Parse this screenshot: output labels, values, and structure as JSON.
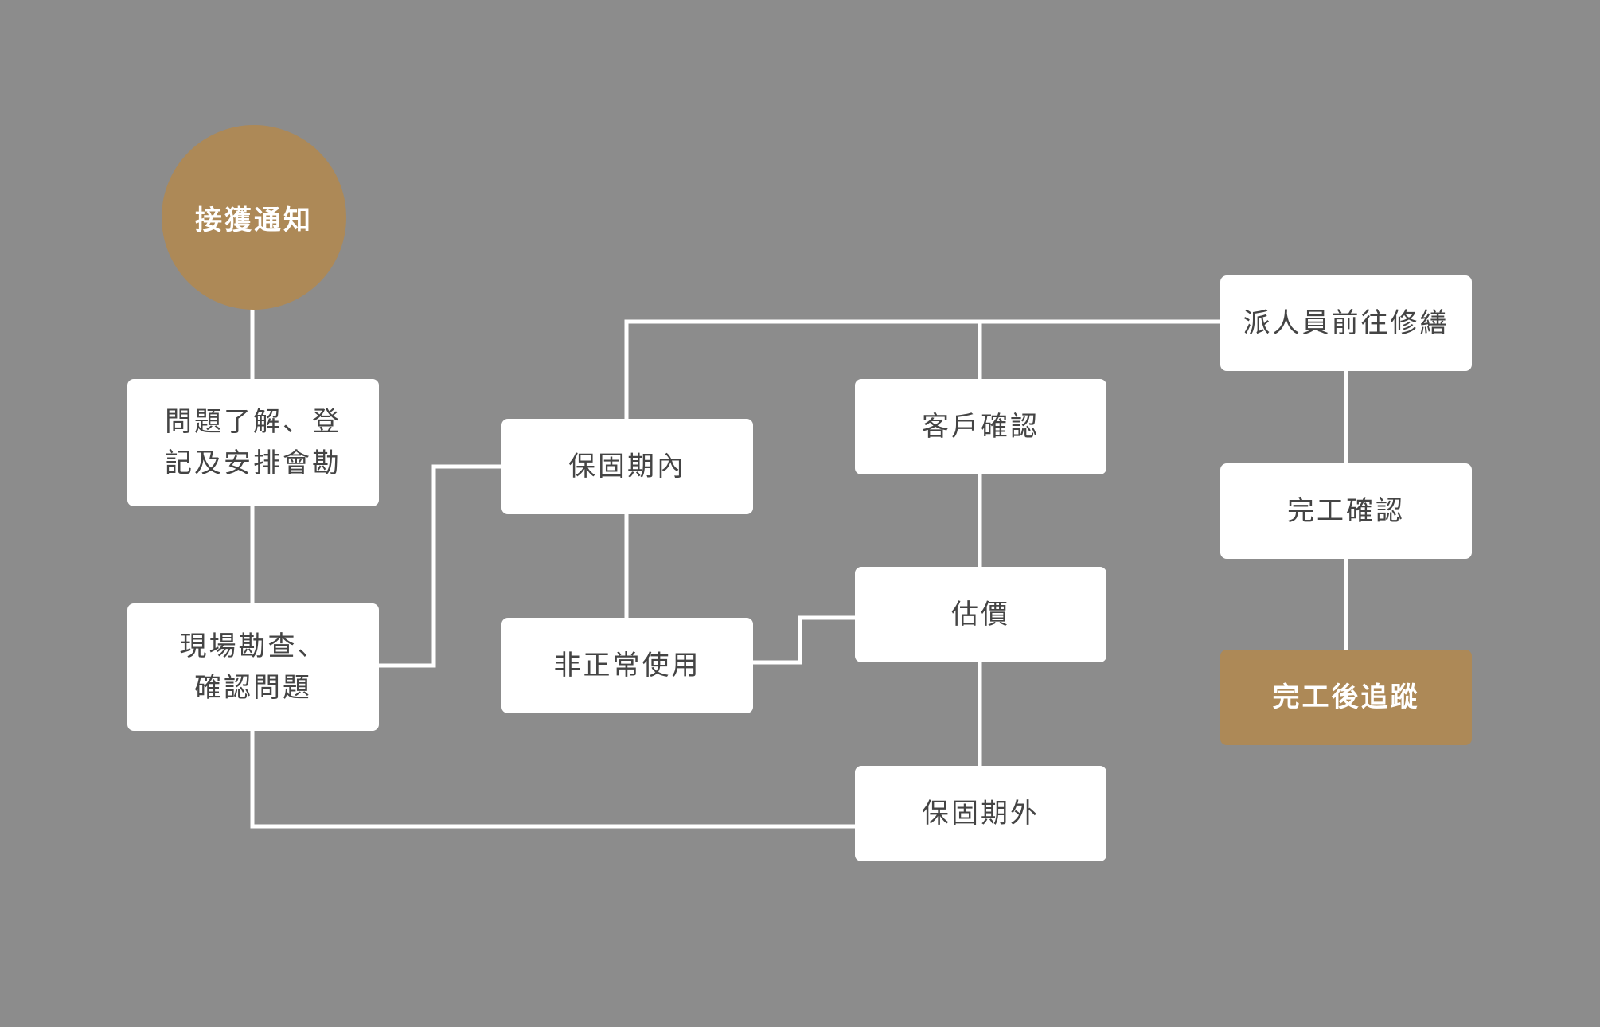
{
  "colors": {
    "background": "#8c8c8c",
    "node_fill": "#ffffff",
    "accent": "#ad8957",
    "text": "#444444",
    "connector": "#ffffff"
  },
  "nodes": {
    "start": "接獲通知",
    "register_line1": "問題了解、登",
    "register_line2": "記及安排會勘",
    "inspect_line1": "現場勘查、",
    "inspect_line2": "確認問題",
    "in_warranty": "保固期內",
    "abnormal_use": "非正常使用",
    "customer_confirm": "客戶確認",
    "estimate": "估價",
    "out_of_warranty": "保固期外",
    "dispatch": "派人員前往修繕",
    "completion_confirm": "完工確認",
    "follow_up": "完工後追蹤"
  }
}
